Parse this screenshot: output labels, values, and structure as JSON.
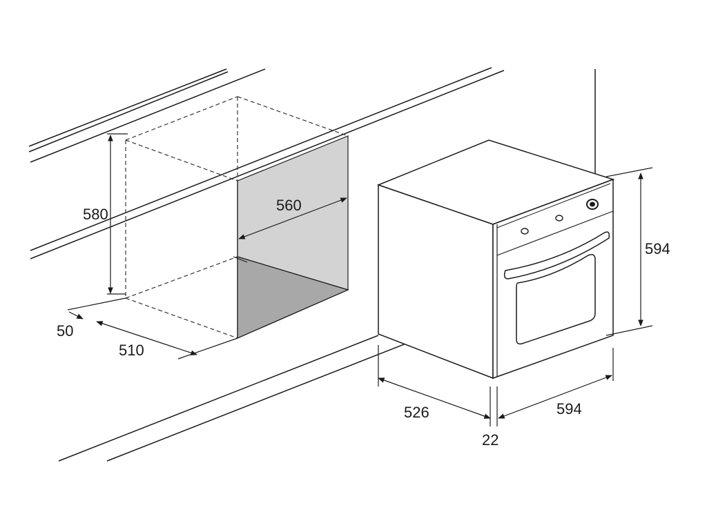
{
  "dimensions": {
    "cavity_height": "580",
    "cavity_width": "560",
    "cavity_depth": "510",
    "rear_gap": "50",
    "oven_height": "594",
    "oven_width": "594",
    "oven_depth": "526",
    "front_panel_depth": "22"
  },
  "colors": {
    "line": "#1a1a1a",
    "dashed": "#333333",
    "cavity_back_wall": "#d3d3d3",
    "cavity_side_wall": "#a8a8a8",
    "text": "#1a1a1a",
    "background": "#ffffff"
  }
}
